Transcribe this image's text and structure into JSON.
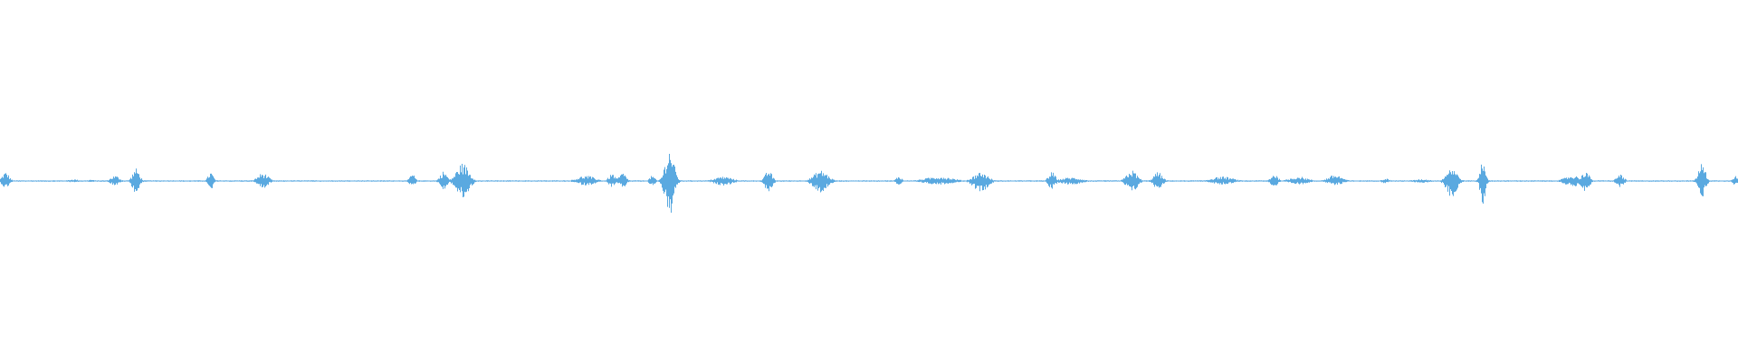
{
  "waveform": {
    "color": "#5aa9e0",
    "background": "#ffffff",
    "amplitude_range": [
      -1,
      1
    ],
    "bursts": [
      {
        "t": 0.003,
        "w": 0.004,
        "up": 0.05,
        "down": 0.04
      },
      {
        "t": 0.042,
        "w": 0.006,
        "up": 0.01,
        "down": 0.008
      },
      {
        "t": 0.052,
        "w": 0.004,
        "up": 0.008,
        "down": 0.007
      },
      {
        "t": 0.066,
        "w": 0.005,
        "up": 0.03,
        "down": 0.025
      },
      {
        "t": 0.078,
        "w": 0.004,
        "up": 0.07,
        "down": 0.07
      },
      {
        "t": 0.121,
        "w": 0.003,
        "up": 0.05,
        "down": 0.05
      },
      {
        "t": 0.151,
        "w": 0.006,
        "up": 0.045,
        "down": 0.04
      },
      {
        "t": 0.237,
        "w": 0.003,
        "up": 0.04,
        "down": 0.035
      },
      {
        "t": 0.255,
        "w": 0.004,
        "up": 0.055,
        "down": 0.05
      },
      {
        "t": 0.266,
        "w": 0.007,
        "up": 0.1,
        "down": 0.1
      },
      {
        "t": 0.337,
        "w": 0.01,
        "up": 0.03,
        "down": 0.025
      },
      {
        "t": 0.352,
        "w": 0.004,
        "up": 0.04,
        "down": 0.035
      },
      {
        "t": 0.358,
        "w": 0.004,
        "up": 0.045,
        "down": 0.04
      },
      {
        "t": 0.375,
        "w": 0.003,
        "up": 0.03,
        "down": 0.03
      },
      {
        "t": 0.385,
        "w": 0.005,
        "up": 0.18,
        "down": 0.2
      },
      {
        "t": 0.416,
        "w": 0.01,
        "up": 0.025,
        "down": 0.025
      },
      {
        "t": 0.442,
        "w": 0.004,
        "up": 0.06,
        "down": 0.07
      },
      {
        "t": 0.472,
        "w": 0.008,
        "up": 0.06,
        "down": 0.065
      },
      {
        "t": 0.517,
        "w": 0.003,
        "up": 0.03,
        "down": 0.025
      },
      {
        "t": 0.54,
        "w": 0.016,
        "up": 0.025,
        "down": 0.02
      },
      {
        "t": 0.564,
        "w": 0.008,
        "up": 0.05,
        "down": 0.06
      },
      {
        "t": 0.605,
        "w": 0.004,
        "up": 0.05,
        "down": 0.05
      },
      {
        "t": 0.616,
        "w": 0.012,
        "up": 0.02,
        "down": 0.02
      },
      {
        "t": 0.651,
        "w": 0.006,
        "up": 0.06,
        "down": 0.065
      },
      {
        "t": 0.666,
        "w": 0.005,
        "up": 0.05,
        "down": 0.045
      },
      {
        "t": 0.703,
        "w": 0.012,
        "up": 0.025,
        "down": 0.02
      },
      {
        "t": 0.733,
        "w": 0.004,
        "up": 0.04,
        "down": 0.035
      },
      {
        "t": 0.747,
        "w": 0.01,
        "up": 0.025,
        "down": 0.02
      },
      {
        "t": 0.768,
        "w": 0.008,
        "up": 0.035,
        "down": 0.025
      },
      {
        "t": 0.797,
        "w": 0.004,
        "up": 0.015,
        "down": 0.015
      },
      {
        "t": 0.818,
        "w": 0.01,
        "up": 0.01,
        "down": 0.01
      },
      {
        "t": 0.835,
        "w": 0.006,
        "up": 0.08,
        "down": 0.09
      },
      {
        "t": 0.853,
        "w": 0.003,
        "up": 0.13,
        "down": 0.13
      },
      {
        "t": 0.905,
        "w": 0.01,
        "up": 0.03,
        "down": 0.03
      },
      {
        "t": 0.912,
        "w": 0.004,
        "up": 0.06,
        "down": 0.07
      },
      {
        "t": 0.932,
        "w": 0.004,
        "up": 0.04,
        "down": 0.035
      },
      {
        "t": 0.979,
        "w": 0.004,
        "up": 0.1,
        "down": 0.1
      },
      {
        "t": 0.998,
        "w": 0.003,
        "up": 0.03,
        "down": 0.025
      }
    ]
  }
}
